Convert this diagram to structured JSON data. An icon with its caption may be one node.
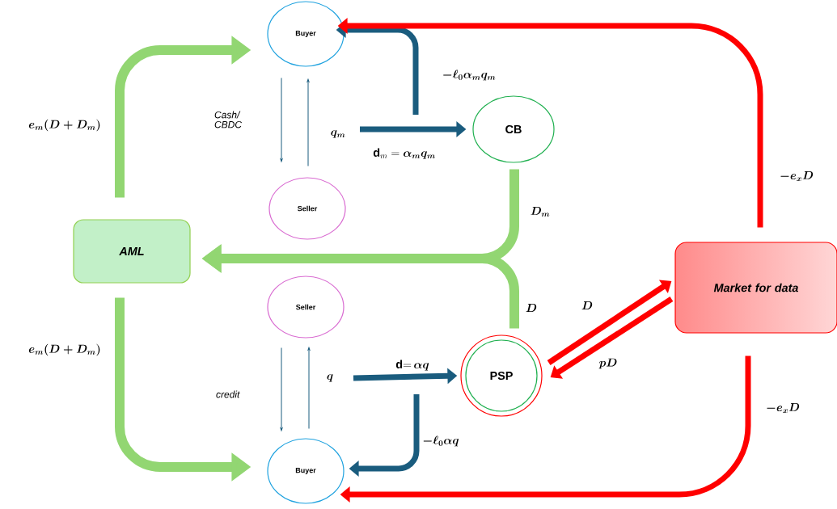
{
  "diagram": {
    "nodes": [
      {
        "text": [
          "Buyer"
        ]
      },
      {
        "text": [
          "Seller"
        ]
      },
      {
        "text": [
          "CB"
        ]
      },
      {
        "text": [
          "AML"
        ]
      },
      {
        "text": [
          "Seller"
        ]
      },
      {
        "text": [
          "PSP"
        ]
      },
      {
        "text": [
          "Market for data"
        ]
      },
      {
        "text": [
          "Buyer"
        ]
      }
    ],
    "edges": [
      {
        "from": 3,
        "to": 0,
        "arrow": "to",
        "label": "\\boldsymbol{e_m(D+D_m)}",
        "color": "#92d672"
      },
      {
        "from": 0,
        "to": 1,
        "arrow": "to",
        "label": "Cash/ CBDC",
        "color": "#1a5c7e"
      },
      {
        "from": 1,
        "to": 0,
        "arrow": "to",
        "label": "\\boldsymbol{q_m}",
        "color": "#1a5c7e"
      },
      {
        "from": null,
        "to": 2,
        "arrow": "to",
        "label": "\\mathbf{d}_{m} = \\boldsymbol{\\alpha_m q_m}",
        "color": "#1a5c7e"
      },
      {
        "from": null,
        "to": 0,
        "arrow": "to",
        "label": "\\boldsymbol{-\\ell_0 \\alpha_m q_m}",
        "color": "#1a5c7e"
      },
      {
        "from": 2,
        "to": 3,
        "arrow": "to",
        "label": "\\boldsymbol{D_m}",
        "color": "#92d672"
      },
      {
        "from": 5,
        "to": 3,
        "arrow": "to",
        "label": "\\boldsymbol{D}",
        "color": "#92d672"
      },
      {
        "from": 5,
        "to": 6,
        "arrow": "to",
        "label": "\\boldsymbol{D}",
        "color": "#ff0000"
      },
      {
        "from": 6,
        "to": 5,
        "arrow": "to",
        "label": "\\boldsymbol{pD}",
        "color": "#ff0000"
      },
      {
        "from": 6,
        "to": 0,
        "arrow": "to",
        "label": "\\boldsymbol{-e_x D}",
        "color": "#ff0000"
      },
      {
        "from": 6,
        "to": 7,
        "arrow": "to",
        "label": "\\boldsymbol{-e_x D}",
        "color": "#ff0000"
      },
      {
        "from": 3,
        "to": 7,
        "arrow": "to",
        "label": "\\boldsymbol{e_m(D+D_m)}",
        "color": "#92d672"
      },
      {
        "from": 4,
        "to": 7,
        "arrow": "to",
        "label": "credit",
        "color": "#1a5c7e"
      },
      {
        "from": 7,
        "to": 4,
        "arrow": "to",
        "label": "\\boldsymbol{q}",
        "color": "#1a5c7e"
      },
      {
        "from": null,
        "to": 5,
        "arrow": "to",
        "label": "\\mathbf{d}{=}\\,\\boldsymbol{\\alpha q}",
        "color": "#1a5c7e"
      },
      {
        "from": null,
        "to": 7,
        "arrow": "to",
        "label": "\\boldsymbol{-\\ell_0 \\alpha q}",
        "color": "#1a5c7e"
      }
    ]
  }
}
